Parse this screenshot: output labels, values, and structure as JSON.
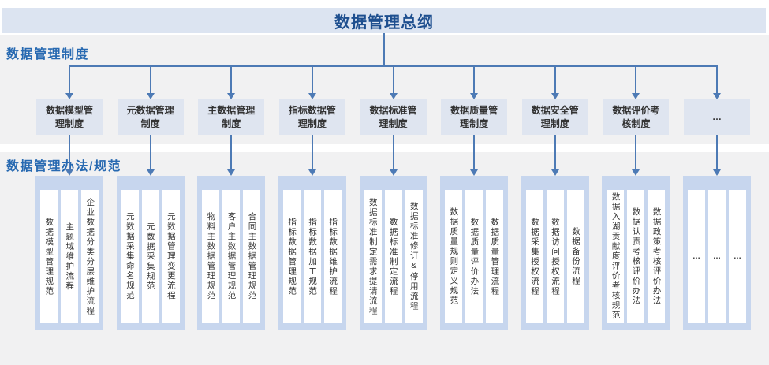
{
  "title": "数据管理总纲",
  "sections": {
    "institutions_label": "数据管理制度",
    "methods_label": "数据管理办法/规范"
  },
  "colors": {
    "accent_blue": "#4d7ab5",
    "title_bar_bg": "#dce4f1",
    "title_text": "#1e4f8f",
    "section_label": "#2769b1",
    "box_bg": "#dfe5f0",
    "group_bg": "#c7d6ee",
    "section_bg": "#f1f1f2",
    "column_bg": "#ffffff",
    "text_dark": "#333333"
  },
  "branches": [
    {
      "institution": "数据模型管理制度",
      "documents": [
        "数据模型管理规范",
        "主题域维护流程",
        "企业数据分类分层维护流程"
      ]
    },
    {
      "institution": "元数据管理制度",
      "documents": [
        "元数据采集命名规范",
        "元数据采集规范",
        "元数据管理变更流程"
      ]
    },
    {
      "institution": "主数据管理制度",
      "documents": [
        "物料主数据管理规范",
        "客户主数据管理规范",
        "合同主数据管理规范"
      ]
    },
    {
      "institution": "指标数据管理制度",
      "documents": [
        "指标数据管理规范",
        "指标数据加工规范",
        "指标数据维护流程"
      ]
    },
    {
      "institution": "数据标准管理制度",
      "documents": [
        "数据标准制定需求提请流程",
        "数据标准制定流程",
        "数据标准修订&停用流程"
      ]
    },
    {
      "institution": "数据质量管理制度",
      "documents": [
        "数据质量规则定义规范",
        "数据质量评价办法",
        "数据质量管理流程"
      ]
    },
    {
      "institution": "数据安全管理制度",
      "documents": [
        "数据采集授权流程",
        "数据访问授权流程",
        "数据备份流程"
      ]
    },
    {
      "institution": "数据评价考核制度",
      "documents": [
        "数据入湖贡献度评价考核规范",
        "数据认责考核评价办法",
        "数据政策考核评价办法"
      ]
    },
    {
      "institution": "…",
      "documents": [
        "…",
        "…",
        "…"
      ]
    }
  ]
}
